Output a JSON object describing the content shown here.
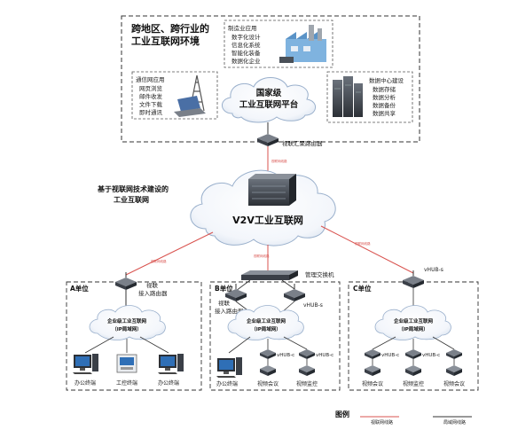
{
  "top_box": {
    "title_line1": "跨地区、跨行业的",
    "title_line2": "工业互联网环境",
    "manufacturing": {
      "title": "制造业应用",
      "items": [
        "数字化设计",
        "信息化系统",
        "智能化装备",
        "数据化企业"
      ]
    },
    "comms": {
      "title": "通信网应用",
      "items": [
        "网页浏览",
        "邮件收发",
        "文件下载",
        "即时通讯"
      ]
    },
    "datacenter": {
      "title": "数据中心建设",
      "items": [
        "数据存储",
        "数据分析",
        "数据备份",
        "数据共享"
      ]
    },
    "national_cloud_line1": "国家级",
    "national_cloud_line2": "工业互联网平台"
  },
  "aggregation_router": "视联汇聚路由器",
  "link_label": "视联网线路",
  "side_label_line1": "基于视联网技术建设的",
  "side_label_line2": "工业互联网",
  "center_cloud": "V2V工业互联网",
  "core_switch": "管理交换机",
  "unit_a": {
    "title": "A单位",
    "router_line1": "视联",
    "router_line2": "接入路由器",
    "cloud_line1": "企业级工业互联网",
    "cloud_line2": "（IP局域网）",
    "devices": [
      "办公终端",
      "工控终端",
      "办公终端"
    ]
  },
  "unit_b": {
    "title": "B单位",
    "router_line1": "视联",
    "router_line2": "接入路由器",
    "vhub": "vHUB-s",
    "cloud_line1": "企业级工业互联网",
    "cloud_line2": "（IP局域网）",
    "vhub_c1": "vHUB-c",
    "vhub_c2": "vHUB-c",
    "devices": [
      "办公终端",
      "视频会议",
      "视频监控"
    ]
  },
  "unit_c": {
    "title": "C单位",
    "vhub": "vHUB-s",
    "cloud_line1": "企业级工业互联网",
    "cloud_line2": "（IP局域网）",
    "vhub_c1": "vHUB-c",
    "vhub_c2": "vHUB-c",
    "devices": [
      "视频会议",
      "视频监控",
      "视频会议"
    ]
  },
  "legend": {
    "title": "图例",
    "item1": "视联网线路",
    "item2": "局域网线路"
  },
  "colors": {
    "v2v_line": "#d9534f",
    "lan_line": "#333333",
    "cloud_fill": "#ffffff",
    "cloud_stroke": "#9ab0cc",
    "device_dark": "#3a3f47",
    "screen_blue": "#2f6fb6"
  }
}
